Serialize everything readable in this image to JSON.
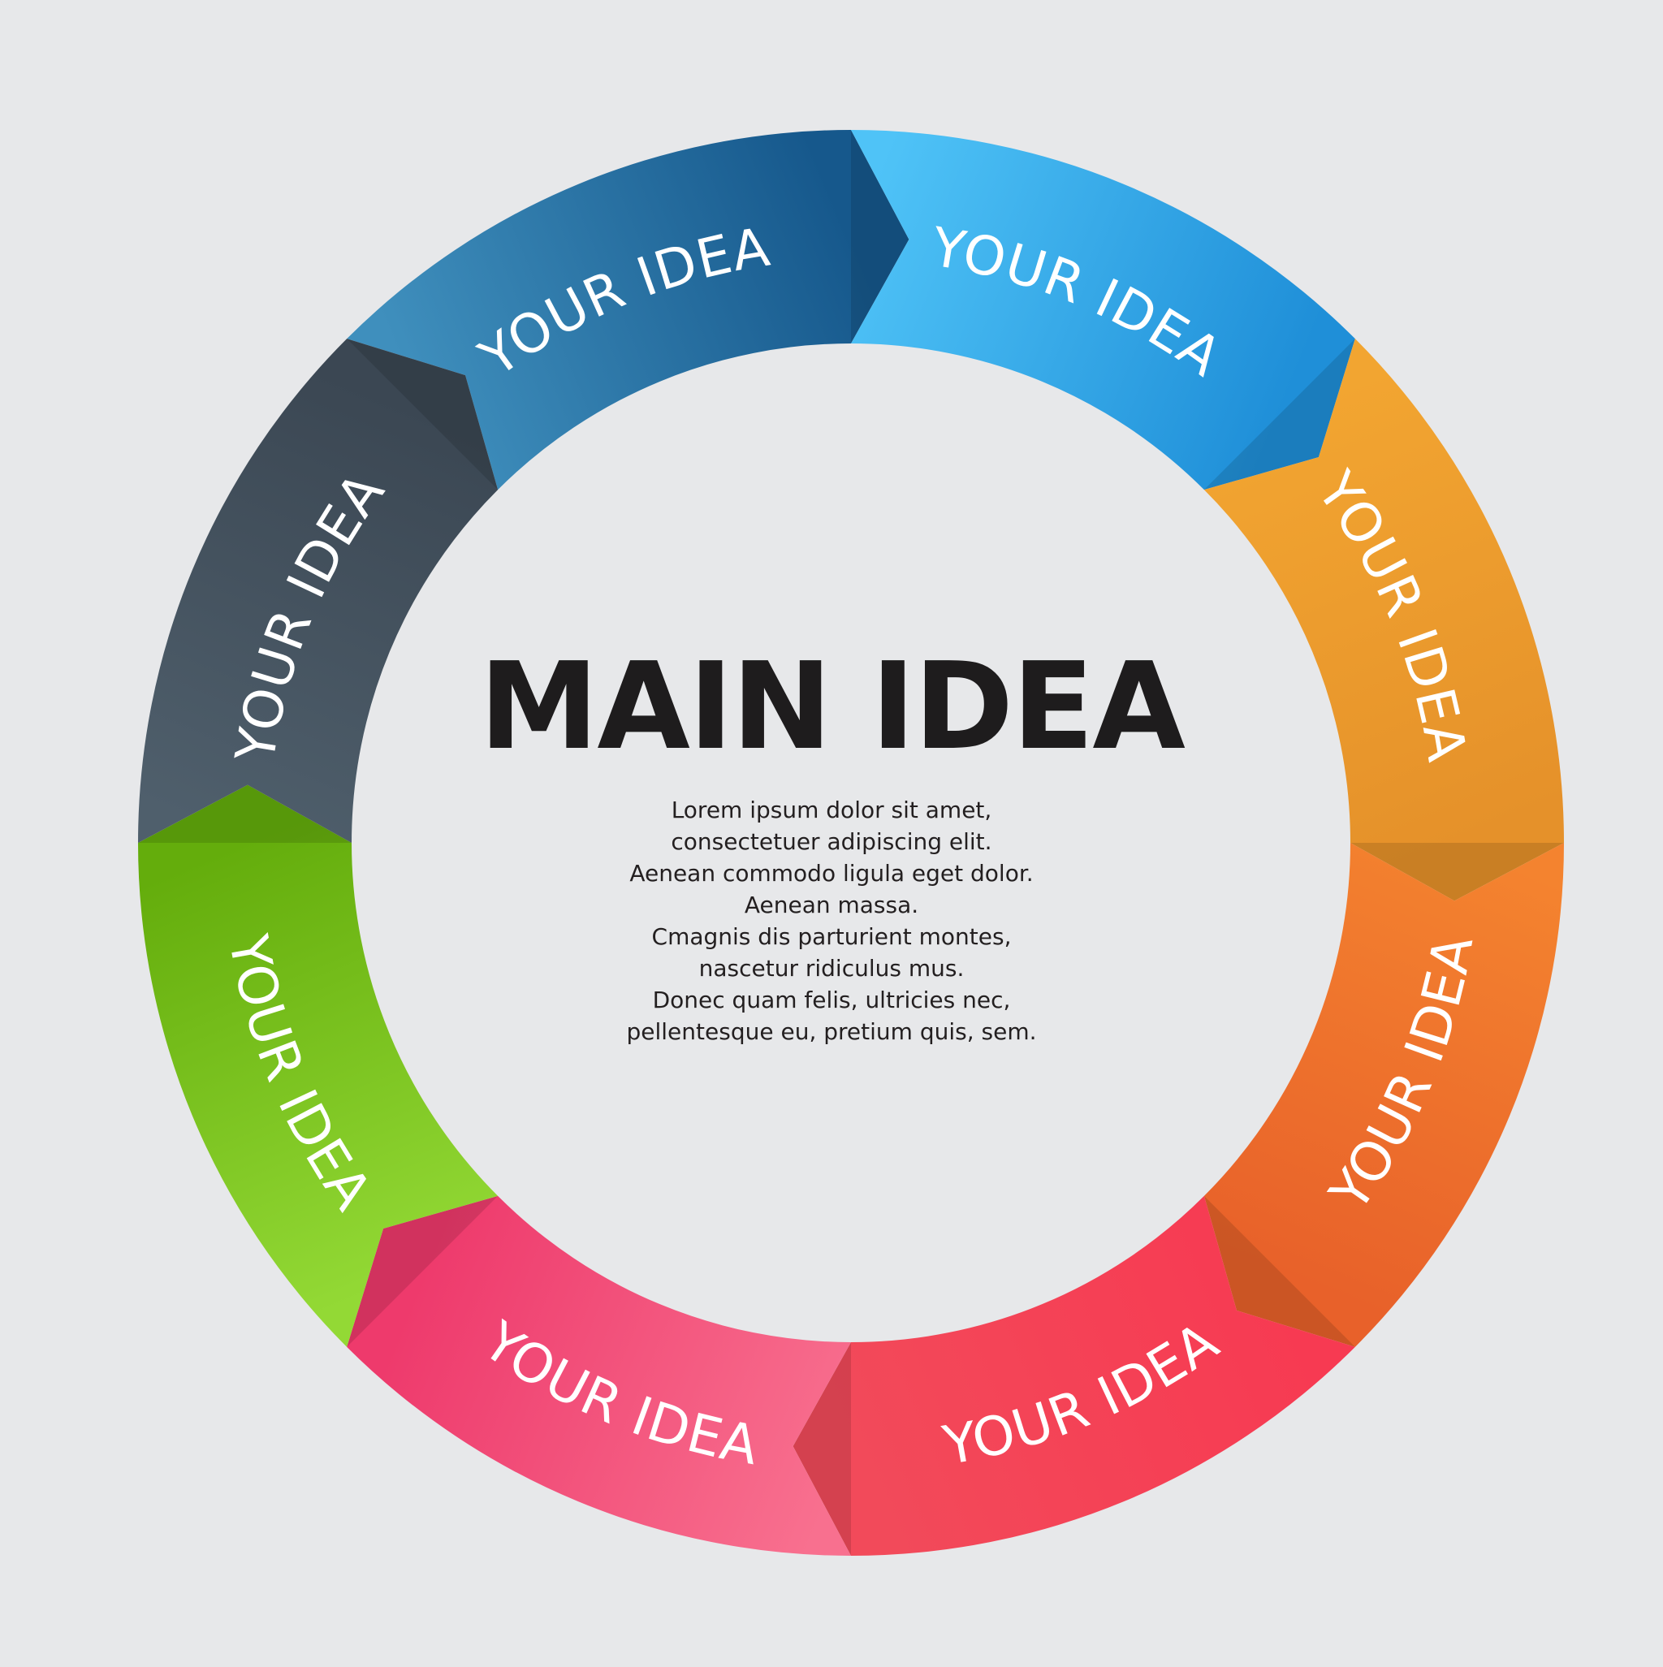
{
  "main": {
    "title": "MAIN IDEA",
    "body_lines": [
      "Lorem ipsum dolor sit amet,",
      "consectetuer adipiscing elit.",
      "Aenean commodo ligula eget dolor.",
      "Aenean massa.",
      "Cmagnis dis parturient montes,",
      "nascetur ridiculus mus.",
      "Donec quam felis, ultricies nec,",
      "pellentesque eu, pretium quis, sem."
    ]
  },
  "segments": [
    {
      "label": "YOUR IDEA",
      "color_light": "#3f8fbd",
      "color_dark": "#16588c"
    },
    {
      "label": "YOUR IDEA",
      "color_light": "#4fc3f7",
      "color_dark": "#1f8fd8"
    },
    {
      "label": "YOUR IDEA",
      "color_light": "#f2a531",
      "color_dark": "#e5912a"
    },
    {
      "label": "YOUR IDEA",
      "color_light": "#f4832f",
      "color_dark": "#e8612a"
    },
    {
      "label": "YOUR IDEA",
      "color_light": "#f73a52",
      "color_dark": "#f24a5a"
    },
    {
      "label": "YOUR IDEA",
      "color_light": "#f8708f",
      "color_dark": "#ee3a6c"
    },
    {
      "label": "YOUR IDEA",
      "color_light": "#93d935",
      "color_dark": "#64ad0c"
    },
    {
      "label": "YOUR IDEA",
      "color_light": "#4f5f6c",
      "color_dark": "#3b4753"
    }
  ],
  "background_color": "#e7e8ea"
}
